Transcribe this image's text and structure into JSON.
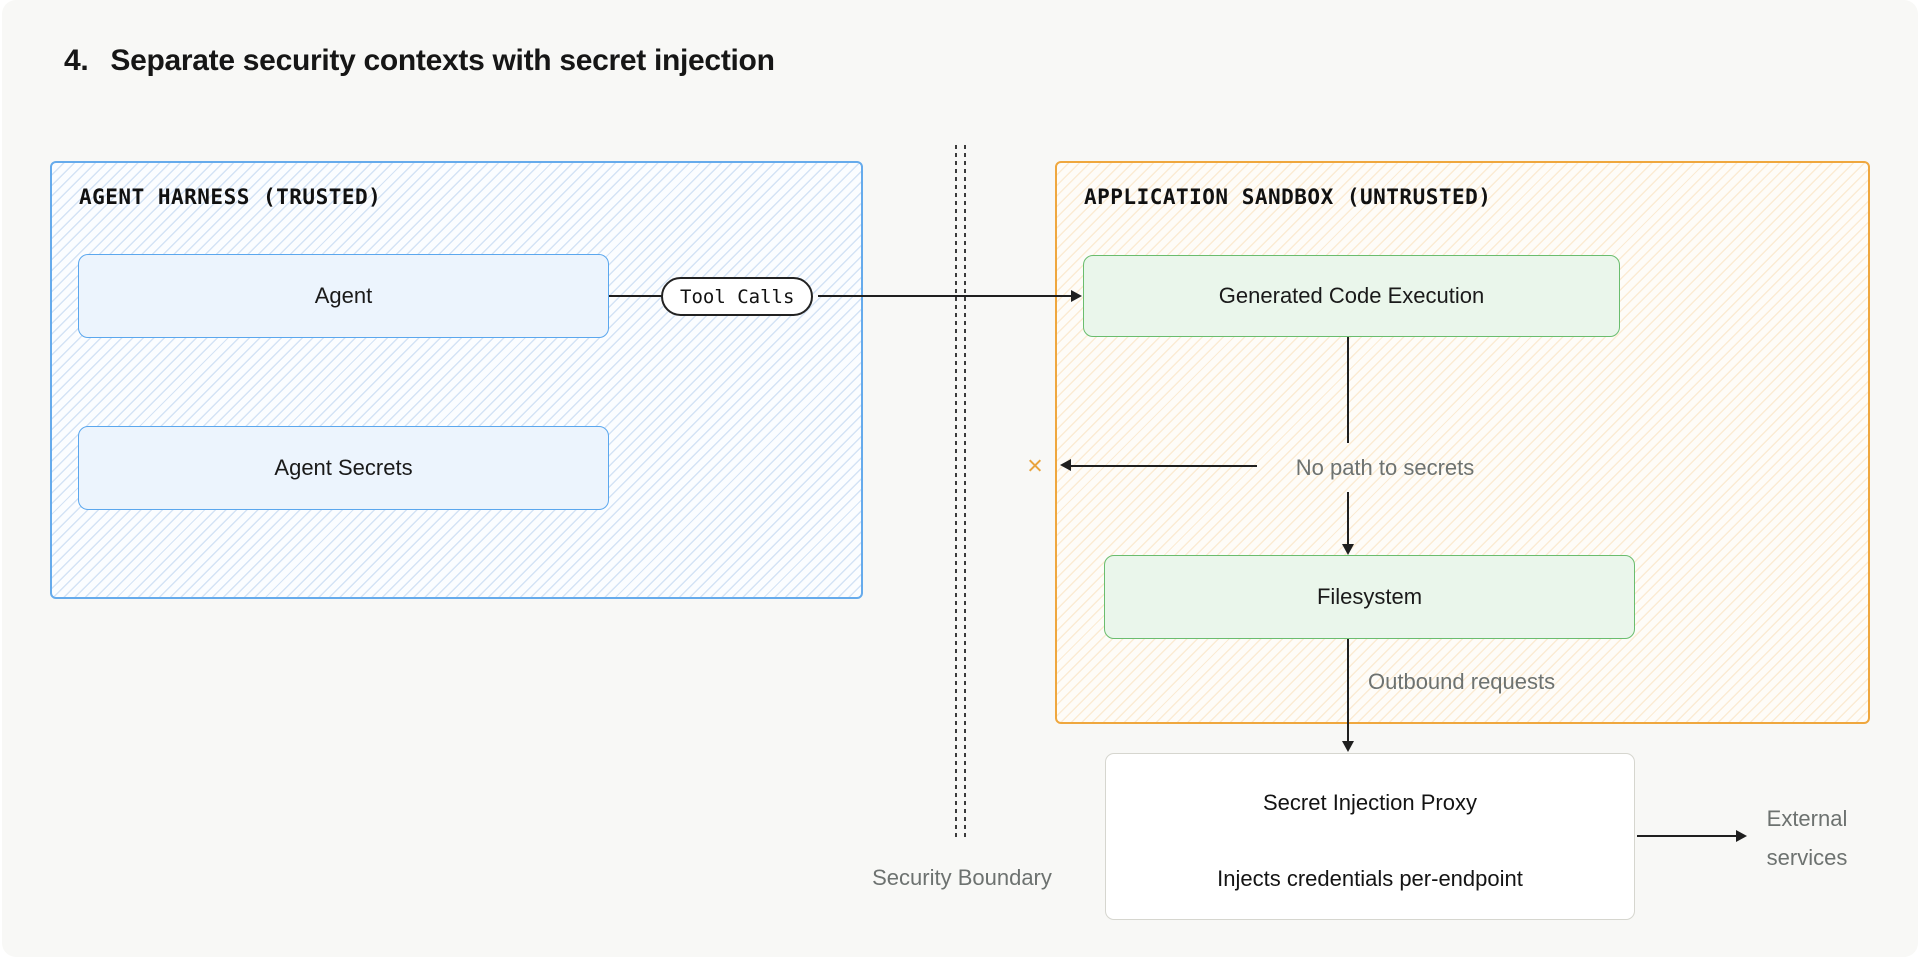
{
  "title": {
    "number": "4.",
    "text": "Separate security contexts with secret injection"
  },
  "zones": {
    "trusted": {
      "header": "AGENT HARNESS (TRUSTED)",
      "nodes": [
        {
          "label": "Agent"
        },
        {
          "label": "Agent Secrets"
        }
      ]
    },
    "untrusted": {
      "header": "APPLICATION SANDBOX (UNTRUSTED)",
      "nodes": [
        {
          "label": "Generated Code Execution"
        },
        {
          "label": "Filesystem"
        }
      ]
    }
  },
  "edges": {
    "tool_calls_label": "Tool Calls",
    "no_path_label": "No path to secrets",
    "outbound_label": "Outbound requests",
    "blocked_mark": "×"
  },
  "boundary": {
    "label": "Security Boundary"
  },
  "proxy": {
    "title": "Secret Injection Proxy",
    "subtitle": "Injects credentials per-endpoint"
  },
  "external": {
    "line1": "External",
    "line2": "services"
  },
  "colors": {
    "page_background": "#f8f8f6",
    "trusted_border": "#66abec",
    "trusted_node_fill": "#ecf4fd",
    "untrusted_border": "#efa73e",
    "execution_node_border": "#6abd6e",
    "execution_node_fill": "#eaf6eb",
    "blocked_mark": "#e9a43d",
    "muted_text": "#6d7270",
    "arrow": "#1f1f1f"
  }
}
